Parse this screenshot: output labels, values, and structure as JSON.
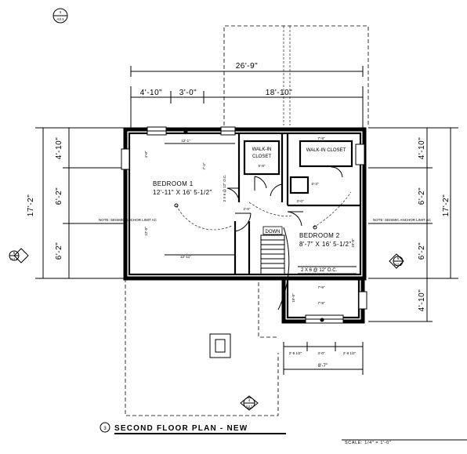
{
  "north_marker_top": {
    "number": "4",
    "sheet": "A3.1"
  },
  "overall_width_dim": "26'-9\"",
  "top_dims": [
    "4'-10\"",
    "3'-0\"",
    "18'-10\""
  ],
  "left_dims": {
    "overall": "17'-2\"",
    "segments": [
      "4'-10\"",
      "6'-2\"",
      "6'-2\""
    ]
  },
  "right_dims": {
    "overall": "17'-2\"",
    "segments": [
      "4'-10\"",
      "6'-2\"",
      "6'-2\"",
      "4'-10\""
    ]
  },
  "bottom_dims": [
    "2'-9 1/2\"",
    "3'-0\"",
    "2'-9 1/2\"",
    "8'-7\""
  ],
  "section_markers": {
    "left": {
      "number": "5",
      "sheet": "A3.1"
    },
    "right": {
      "number": "6",
      "sheet": "A3.1"
    },
    "bottom": {
      "number": "4",
      "sheet": "A3.1"
    }
  },
  "bedroom1": {
    "name": "BEDROOM 1",
    "size": "12'-11\" X 16' 5-1/2\""
  },
  "bedroom2": {
    "name": "BEDROOM 2",
    "size": "8'-7\" X 16' 5-1/2\""
  },
  "closet1": {
    "label_line1": "WALK-IN",
    "label_line2": "CLOSET"
  },
  "closet2": {
    "label": "WALK-IN CLOSET"
  },
  "stair_label": "DOWN",
  "joist_note_b1": "2 X 6 @ 12\" O.C.",
  "joist_note_b2": "2 X 6 @ 12\" O.C.",
  "wall_note": "NOTE: SEISMIC ANCHOR LIMIT AC",
  "inner_dims": {
    "b1_top": "12'-1\"",
    "b1_bottom": "12'-11\"",
    "b1_left": "12'-0\"",
    "b1_right": "7'-4\"",
    "b1_small": "4'-0\"",
    "closet_top": "5'-8\"",
    "closet2_top": "7'-9\"",
    "b2_top": "7'-9\"",
    "b2_bottom": "7'-9\"",
    "b2_left": "10'-0\"",
    "b2_right": "10'-0\"",
    "hall": "6'-3\"",
    "short": "3'-0\"",
    "small2": "2'-6\""
  },
  "plan_title": {
    "number": "3",
    "text": "SECOND FLOOR PLAN - NEW"
  },
  "scale_text": "SCALE: 1/4\" = 1'-0\""
}
